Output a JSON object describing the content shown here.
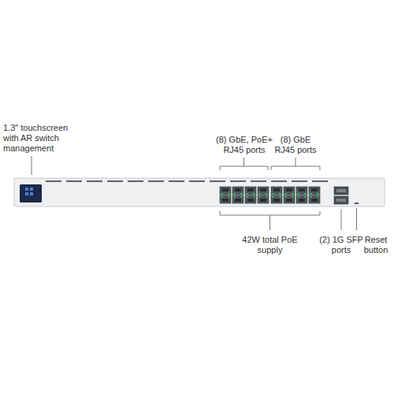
{
  "diagram": {
    "labels": [
      "1.3\" touchscreen with AR switch management",
      "(8) GbE, PoE+ RJ45 ports",
      "(8) GbE RJ45 ports",
      "42W total PoE supply",
      "(2) 1G SFP ports",
      "Reset button"
    ]
  }
}
